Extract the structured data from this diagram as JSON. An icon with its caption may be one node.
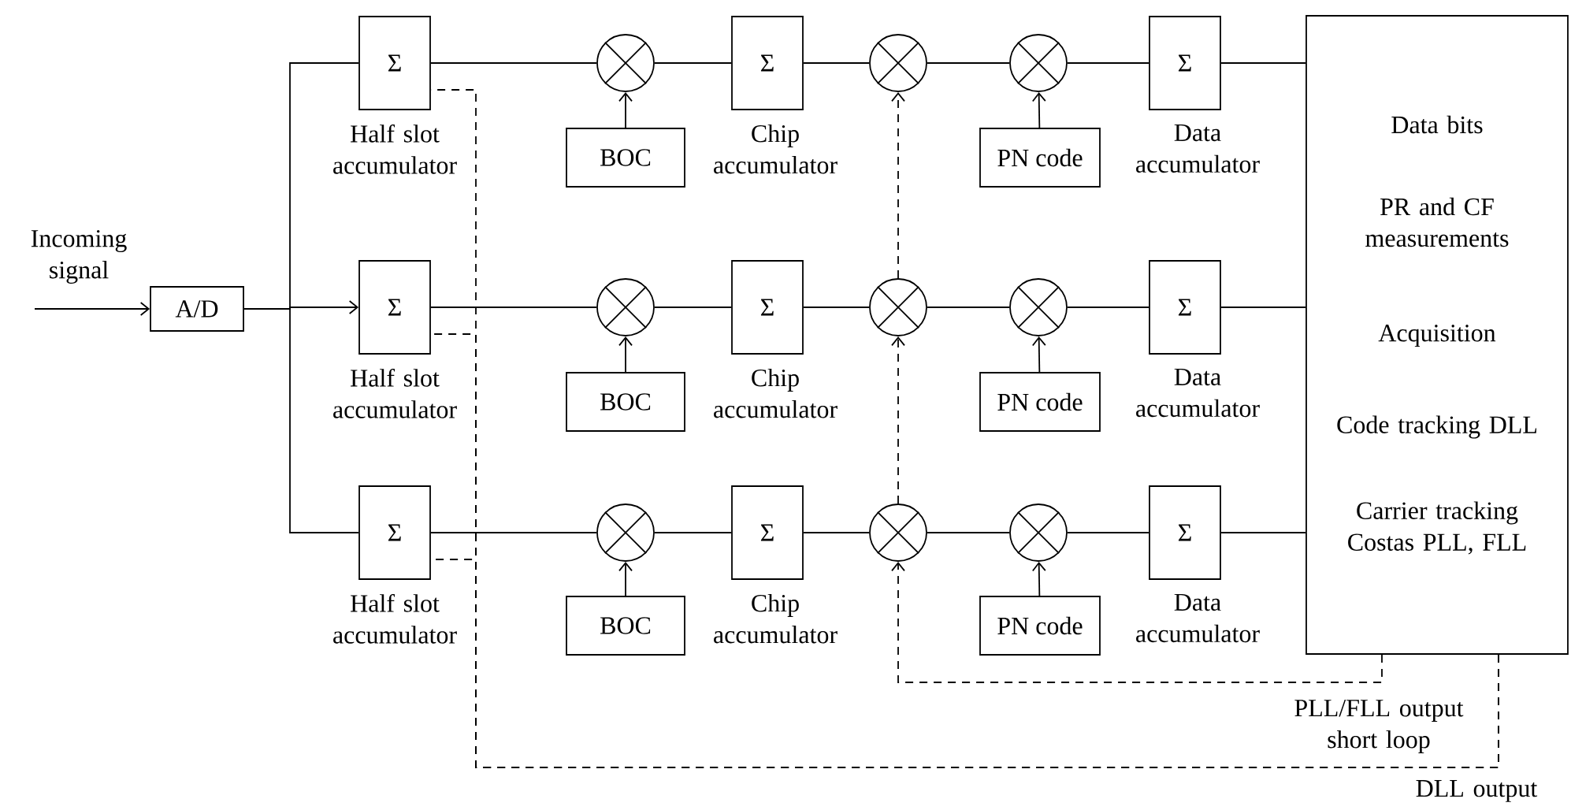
{
  "diagram": {
    "nodes": [
      {
        "text": [
          "A/D"
        ]
      },
      {
        "text": [
          "Σ"
        ],
        "beside": [
          "Half slot accumulator"
        ]
      },
      {
        "text": [],
        "shape": "circle"
      },
      {
        "text": [
          "BOC"
        ]
      },
      {
        "text": [
          "Σ"
        ],
        "beside": [
          "Chip accumulator"
        ]
      },
      {
        "text": [],
        "shape": "circle"
      },
      {
        "text": [],
        "shape": "circle"
      },
      {
        "text": [
          "PN code"
        ]
      },
      {
        "text": [
          "Σ"
        ],
        "beside": [
          "Data accumulator"
        ]
      },
      {
        "text": [
          "Σ"
        ],
        "beside": [
          "Half slot accumulator"
        ]
      },
      {
        "text": [],
        "shape": "circle"
      },
      {
        "text": [
          "BOC"
        ]
      },
      {
        "text": [
          "Σ"
        ],
        "beside": [
          "Chip accumulator"
        ]
      },
      {
        "text": [],
        "shape": "circle"
      },
      {
        "text": [],
        "shape": "circle"
      },
      {
        "text": [
          "PN code"
        ]
      },
      {
        "text": [
          "Σ"
        ],
        "beside": [
          "Data accumulator"
        ]
      },
      {
        "text": [
          "Σ"
        ],
        "beside": [
          "Half slot accumulator"
        ]
      },
      {
        "text": [],
        "shape": "circle"
      },
      {
        "text": [
          "BOC"
        ]
      },
      {
        "text": [
          "Σ"
        ],
        "beside": [
          "Chip accumulator"
        ]
      },
      {
        "text": [],
        "shape": "circle"
      },
      {
        "text": [],
        "shape": "circle"
      },
      {
        "text": [
          "PN code"
        ]
      },
      {
        "text": [
          "Σ"
        ],
        "beside": [
          "Data accumulator"
        ]
      },
      {
        "text": [
          "Data bits",
          "PR and CF measurements",
          "Acquisition",
          "Code tracking DLL",
          "Carrier tracking Costas PLL, FLL"
        ]
      }
    ],
    "edges": [
      {
        "from": null,
        "to": 0,
        "arrow": "to"
      },
      {
        "from": 0,
        "to": 1,
        "arrow": "none"
      },
      {
        "from": 0,
        "to": 9,
        "arrow": "to"
      },
      {
        "from": 0,
        "to": 17,
        "arrow": "none"
      },
      {
        "from": 1,
        "to": 2,
        "arrow": "none"
      },
      {
        "from": 3,
        "to": 2,
        "arrow": "to"
      },
      {
        "from": 2,
        "to": 4,
        "arrow": "none"
      },
      {
        "from": 4,
        "to": 5,
        "arrow": "none"
      },
      {
        "from": 5,
        "to": 6,
        "arrow": "none"
      },
      {
        "from": 7,
        "to": 6,
        "arrow": "to"
      },
      {
        "from": 6,
        "to": 8,
        "arrow": "none"
      },
      {
        "from": 8,
        "to": 25,
        "arrow": "none"
      },
      {
        "from": 9,
        "to": 10,
        "arrow": "none"
      },
      {
        "from": 11,
        "to": 10,
        "arrow": "to"
      },
      {
        "from": 10,
        "to": 12,
        "arrow": "none"
      },
      {
        "from": 12,
        "to": 13,
        "arrow": "none"
      },
      {
        "from": 13,
        "to": 14,
        "arrow": "none"
      },
      {
        "from": 15,
        "to": 14,
        "arrow": "to"
      },
      {
        "from": 14,
        "to": 16,
        "arrow": "none"
      },
      {
        "from": 16,
        "to": 25,
        "arrow": "none"
      },
      {
        "from": 17,
        "to": 18,
        "arrow": "none"
      },
      {
        "from": 19,
        "to": 18,
        "arrow": "to"
      },
      {
        "from": 18,
        "to": 20,
        "arrow": "none"
      },
      {
        "from": 20,
        "to": 21,
        "arrow": "none"
      },
      {
        "from": 21,
        "to": 22,
        "arrow": "none"
      },
      {
        "from": 23,
        "to": 22,
        "arrow": "to"
      },
      {
        "from": 22,
        "to": 24,
        "arrow": "none"
      },
      {
        "from": 24,
        "to": 25,
        "arrow": "none"
      },
      {
        "from": 25,
        "to": 21,
        "arrow": "to",
        "style": "dashed"
      },
      {
        "from": 21,
        "to": 13,
        "arrow": "to",
        "style": "dashed"
      },
      {
        "from": 13,
        "to": 5,
        "arrow": "to",
        "style": "dashed"
      },
      {
        "from": 25,
        "to": 1,
        "arrow": "none",
        "style": "dashed"
      },
      {
        "from": 25,
        "to": 9,
        "arrow": "none",
        "style": "dashed"
      },
      {
        "from": 25,
        "to": 17,
        "arrow": "none",
        "style": "dashed"
      }
    ],
    "labels": [
      "Incoming signal",
      "PLL/FLL output short loop",
      "DLL output"
    ]
  }
}
